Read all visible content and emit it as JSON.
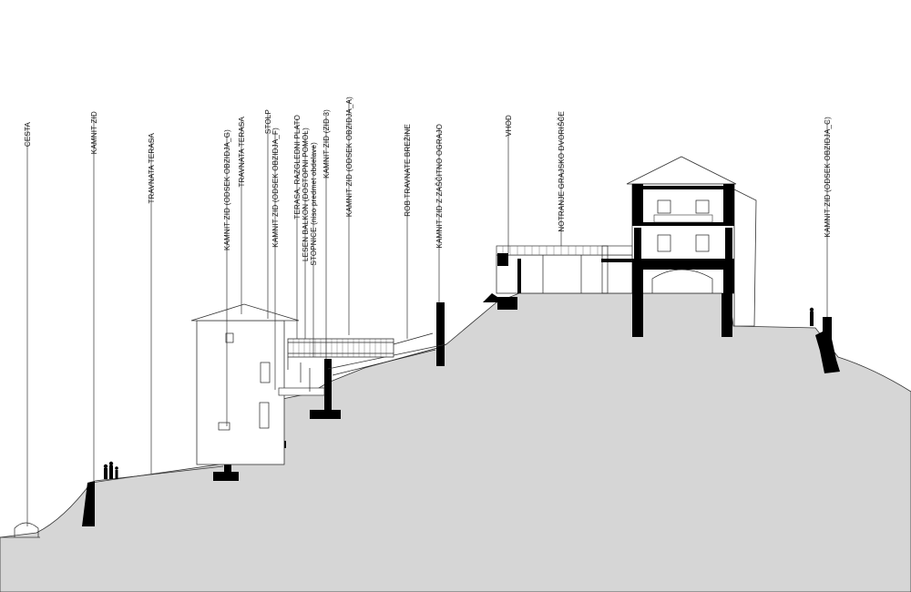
{
  "colors": {
    "ground": "#d6d6d6",
    "wall": "#000000",
    "line": "#333333",
    "background": "#ffffff"
  },
  "labels": [
    {
      "key": "cesta",
      "text": "CESTA"
    },
    {
      "key": "kamnit_zid_1",
      "text": "KAMNIT ZID"
    },
    {
      "key": "travnata_terasa_1",
      "text": "TRAVNATA TERASA"
    },
    {
      "key": "kamnit_zid_g",
      "text": "KAMNIT ZID (ODSEK OBZIDJA_G)"
    },
    {
      "key": "travnata_terasa_2",
      "text": "TRAVNATA TERASA"
    },
    {
      "key": "stolp",
      "text": "STOLP"
    },
    {
      "key": "kamnit_zid_f",
      "text": "KAMNIT ZID (ODSEK OBZIDJA_F)"
    },
    {
      "key": "terasa_plato",
      "text": "TERASA, RAZGLEDNI PLATO"
    },
    {
      "key": "lesen_balkon",
      "text": "LESEN BALKON (DOSTOPNI POMOL)"
    },
    {
      "key": "stopnice",
      "text": "STOPNICE (niso predmet obdelave)"
    },
    {
      "key": "kamnit_zid_3",
      "text": "KAMNIT ZID (ZID 3)"
    },
    {
      "key": "kamnit_zid_a",
      "text": "KAMNIT ZID (ODSEK OBZIDJA_A)"
    },
    {
      "key": "rob_brezine",
      "text": "ROB TRAVNATE BREŽINE"
    },
    {
      "key": "zid_ograja",
      "text": "KAMNIT ZID Z ZAŠČITNO OGRAJO"
    },
    {
      "key": "vhod",
      "text": "VHOD"
    },
    {
      "key": "dvorisce",
      "text": "NOTRANJE GRAJSKO DVORIŠČE"
    },
    {
      "key": "kamnit_zid_c",
      "text": "KAMNIT ZID (ODSEK OBZIDJA_C)"
    }
  ]
}
